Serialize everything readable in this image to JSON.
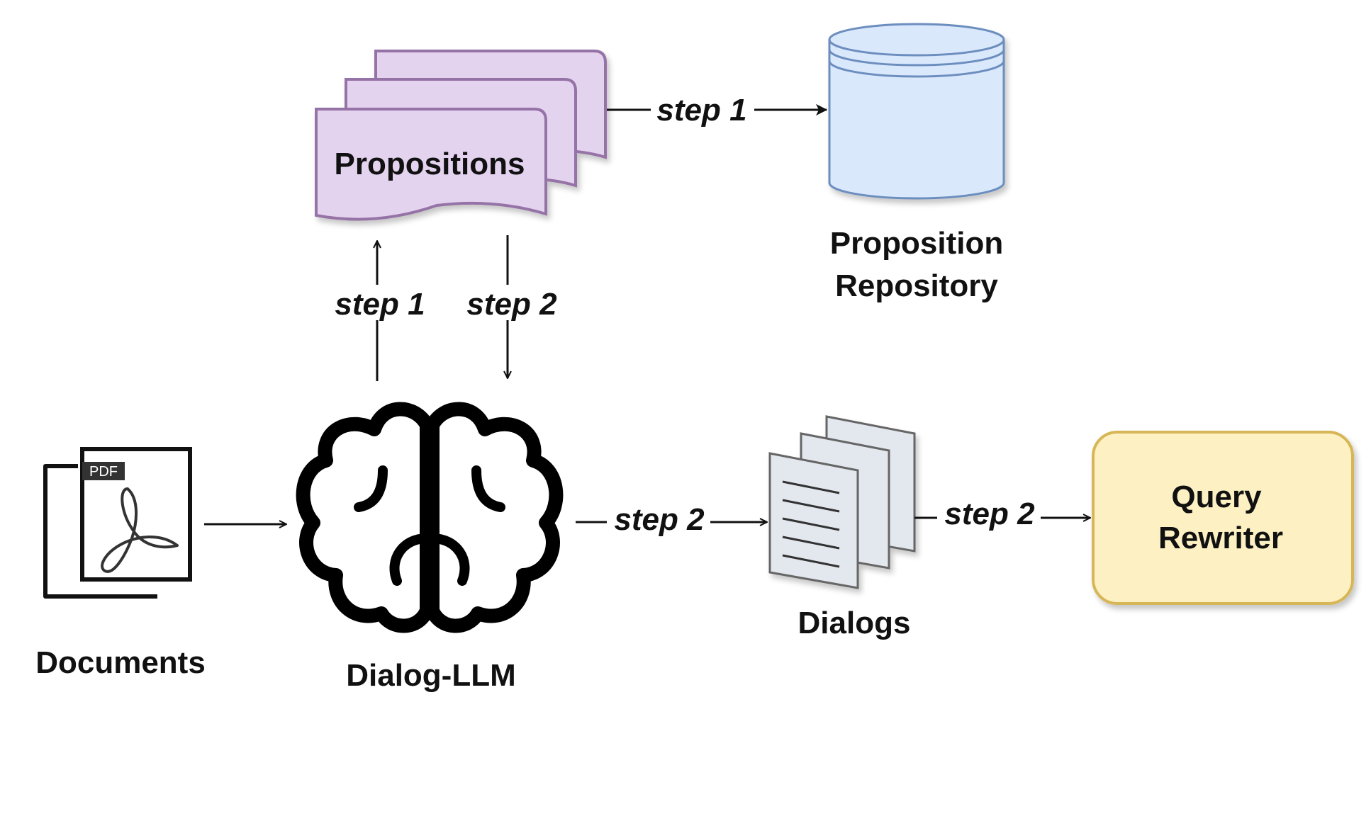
{
  "nodes": {
    "documents": {
      "label": "Documents",
      "badge": "PDF",
      "icon": "pdf-document-icon"
    },
    "dialog_llm": {
      "label": "Dialog-LLM",
      "icon": "brain-icon"
    },
    "propositions": {
      "label": "Propositions",
      "color": "#e4d3ef",
      "stroke": "#9673a6"
    },
    "repository": {
      "label_line1": "Proposition",
      "label_line2": "Repository",
      "icon": "database-cylinder-icon",
      "color": "#dae8fc",
      "stroke": "#6c8ebf"
    },
    "dialogs": {
      "label": "Dialogs",
      "icon": "stacked-pages-icon"
    },
    "query_rewriter": {
      "label_line1": "Query",
      "label_line2": "Rewriter",
      "color": "#fdf1c4",
      "stroke": "#d6b656"
    }
  },
  "edges": {
    "llm_to_propositions": "step 1",
    "propositions_to_llm": "step 2",
    "propositions_to_repository": "step 1",
    "llm_to_dialogs": "step 2",
    "dialogs_to_rewriter": "step 2"
  }
}
